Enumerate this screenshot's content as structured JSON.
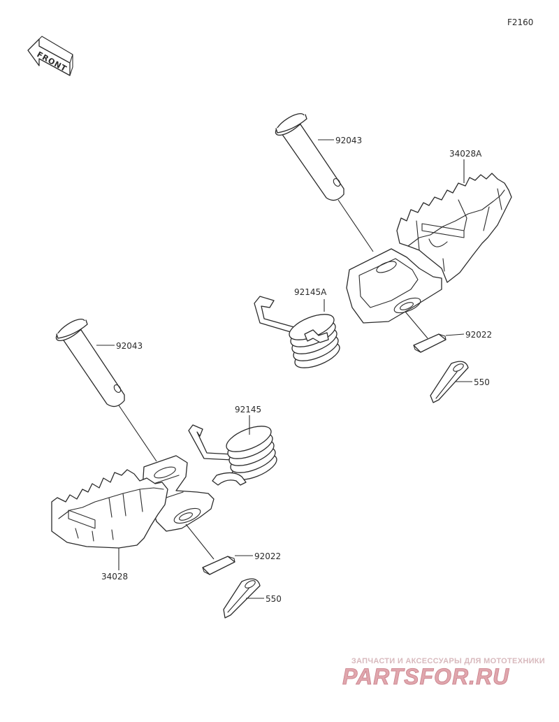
{
  "diagram": {
    "code": "F2160",
    "front": "FRONT",
    "labels": {
      "pin_right": "92043",
      "footpeg_right": "34028A",
      "spring_right": "92145A",
      "washer_right": "92022",
      "cotter_right": "550",
      "pin_left": "92043",
      "spring_left": "92145",
      "washer_left": "92022",
      "cotter_left": "550",
      "footpeg_left": "34028"
    }
  },
  "watermark": {
    "tagline": "ЗАПЧАСТИ И АКСЕССУАРЫ ДЛЯ МОТОТЕХНИКИ",
    "logo_text": "PARTSFOR.RU",
    "color": "#e0a6ad"
  }
}
